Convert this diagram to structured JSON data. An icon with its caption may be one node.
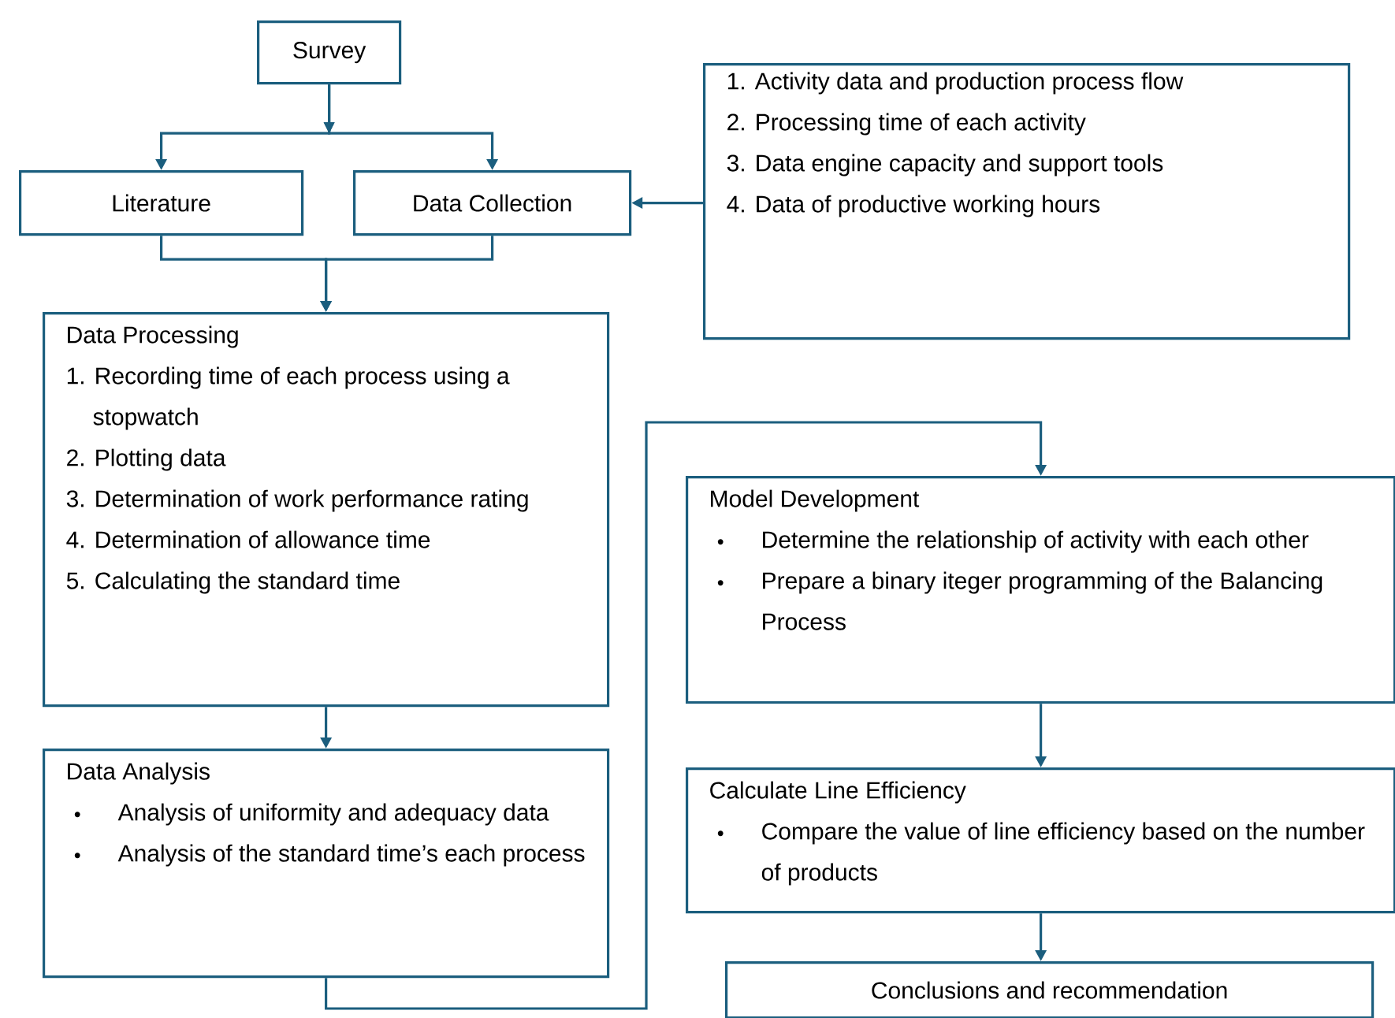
{
  "diagram": {
    "nodes": [
      {
        "text": [
          "Survey"
        ]
      },
      {
        "text": [
          "Literature"
        ]
      },
      {
        "text": [
          "Data Collection"
        ]
      },
      {
        "text": [
          "1. Activity data and production process flow",
          "2. Processing time of each activity",
          "3. Data engine capacity and support tools",
          "4. Data of productive working hours"
        ]
      },
      {
        "text": [
          "Data Processing",
          "1. Recording time of each process using a stopwatch",
          "2. Plotting data",
          "3. Determination of work performance rating",
          "4. Determination of allowance time",
          "5. Calculating the standard time"
        ]
      },
      {
        "text": [
          "Data Analysis",
          "Analysis of uniformity and adequacy data",
          "Analysis of the standard time’s each process"
        ]
      },
      {
        "text": [
          "Model Development",
          "Determine the relationship of activity with each other",
          "Prepare a binary iteger programming of the Balancing Process"
        ]
      },
      {
        "text": [
          "Calculate Line Efficiency",
          "Compare the value of line efficiency based on the number of products"
        ]
      },
      {
        "text": [
          "Conclusions and recommendation"
        ]
      }
    ],
    "edges": [
      {
        "from": 0,
        "to": 1,
        "arrow": "to"
      },
      {
        "from": 0,
        "to": 2,
        "arrow": "to"
      },
      {
        "from": 1,
        "to": 4,
        "arrow": "to"
      },
      {
        "from": 2,
        "to": 4,
        "arrow": "to"
      },
      {
        "from": 3,
        "to": 2,
        "arrow": "to"
      },
      {
        "from": 4,
        "to": 5,
        "arrow": "to"
      },
      {
        "from": 5,
        "to": 6,
        "arrow": "to"
      },
      {
        "from": 6,
        "to": 7,
        "arrow": "to"
      },
      {
        "from": 7,
        "to": 8,
        "arrow": "to"
      }
    ]
  }
}
